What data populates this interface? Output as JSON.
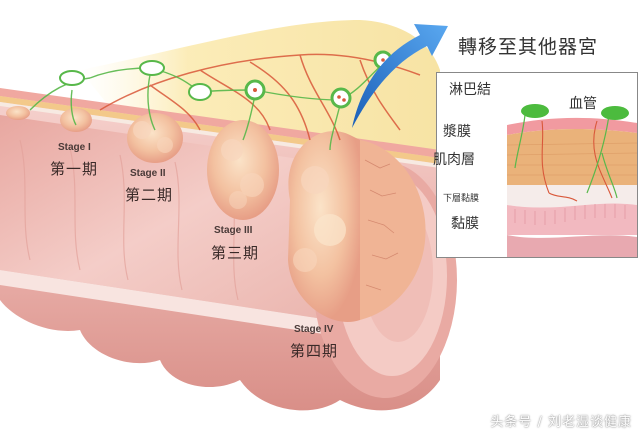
{
  "title": {
    "metastasis_label": "轉移至其他器宮"
  },
  "stages": [
    {
      "en": "Stage I",
      "zh": "第一期"
    },
    {
      "en": "Stage II",
      "zh": "第二期"
    },
    {
      "en": "Stage III",
      "zh": "第三期"
    },
    {
      "en": "Stage IV",
      "zh": "第四期"
    }
  ],
  "inset": {
    "lymph_node": "淋巴結",
    "blood_vessel": "血管",
    "serosa": "漿膜",
    "muscle_layer": "肌肉層",
    "submucosa": "下層黏膜",
    "mucosa": "黏膜"
  },
  "watermark": "头条号 / 刘老湿谈健康",
  "colors": {
    "colon_wall": "#e9a9a2",
    "colon_inner": "#f3c8c2",
    "tumor": "#f2c2a4",
    "fat_layer": "#f5e3a0",
    "lymph_green": "#58b84a",
    "vessel_red": "#d9583a",
    "arrow_blue": "#2e7fd6",
    "muscle_orange": "#eab27a"
  }
}
